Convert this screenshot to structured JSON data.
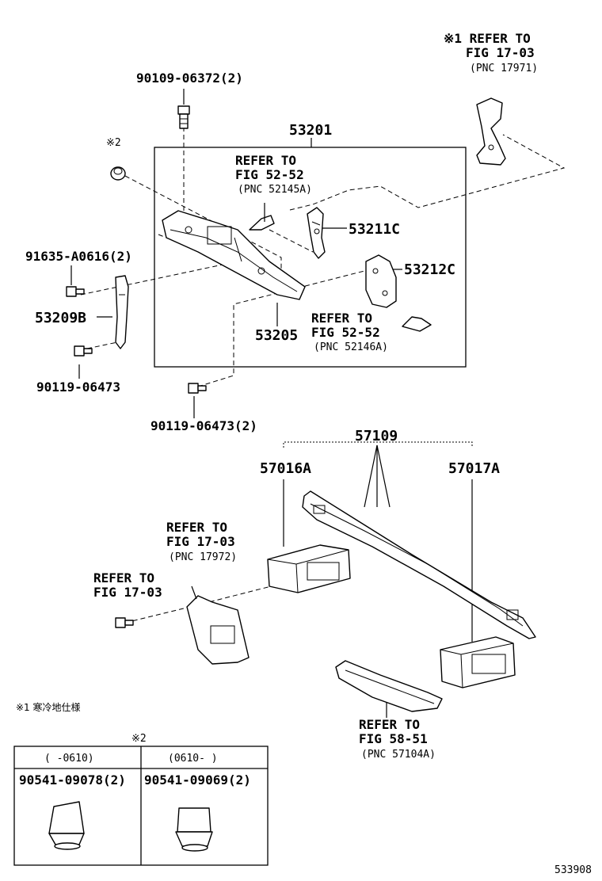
{
  "labels": {
    "note1_ref": "※1 REFER TO",
    "note1_fig": "FIG 17-03",
    "note1_pnc": "(PNC 17971)",
    "bolt_top": "90109-06372(2)",
    "note2_mark": "※2",
    "asm_53201": "53201",
    "ref_5252a_1": "REFER TO",
    "ref_5252a_2": "FIG 52-52",
    "ref_5252a_3": "(PNC 52145A)",
    "p53211c": "53211C",
    "p91635": "91635-A0616(2)",
    "p53212c": "53212C",
    "p53209b": "53209B",
    "ref_5252b_1": "REFER TO",
    "ref_5252b_2": "FIG 52-52",
    "ref_5252b_3": "(PNC 52146A)",
    "p53205": "53205",
    "p90119a": "90119-06473",
    "p90119b": "90119-06473(2)",
    "p57109": "57109",
    "p57016a": "57016A",
    "p57017a": "57017A",
    "ref_1703a_1": "REFER TO",
    "ref_1703a_2": "FIG 17-03",
    "ref_1703a_3": "(PNC 17972)",
    "ref_1703b_1": "REFER TO",
    "ref_1703b_2": "FIG 17-03",
    "footnote1": "※1 寒冷地仕様",
    "ref_5851_1": "REFER TO",
    "ref_5851_2": "FIG 58-51",
    "ref_5851_3": "(PNC 57104A)",
    "table_mark": "※2",
    "table_col1_range": "(    -0610)",
    "table_col2_range": "(0610-    )",
    "table_col1_part": "90541-09078(2)",
    "table_col2_part": "90541-09069(2)",
    "figure_id": "533908"
  }
}
